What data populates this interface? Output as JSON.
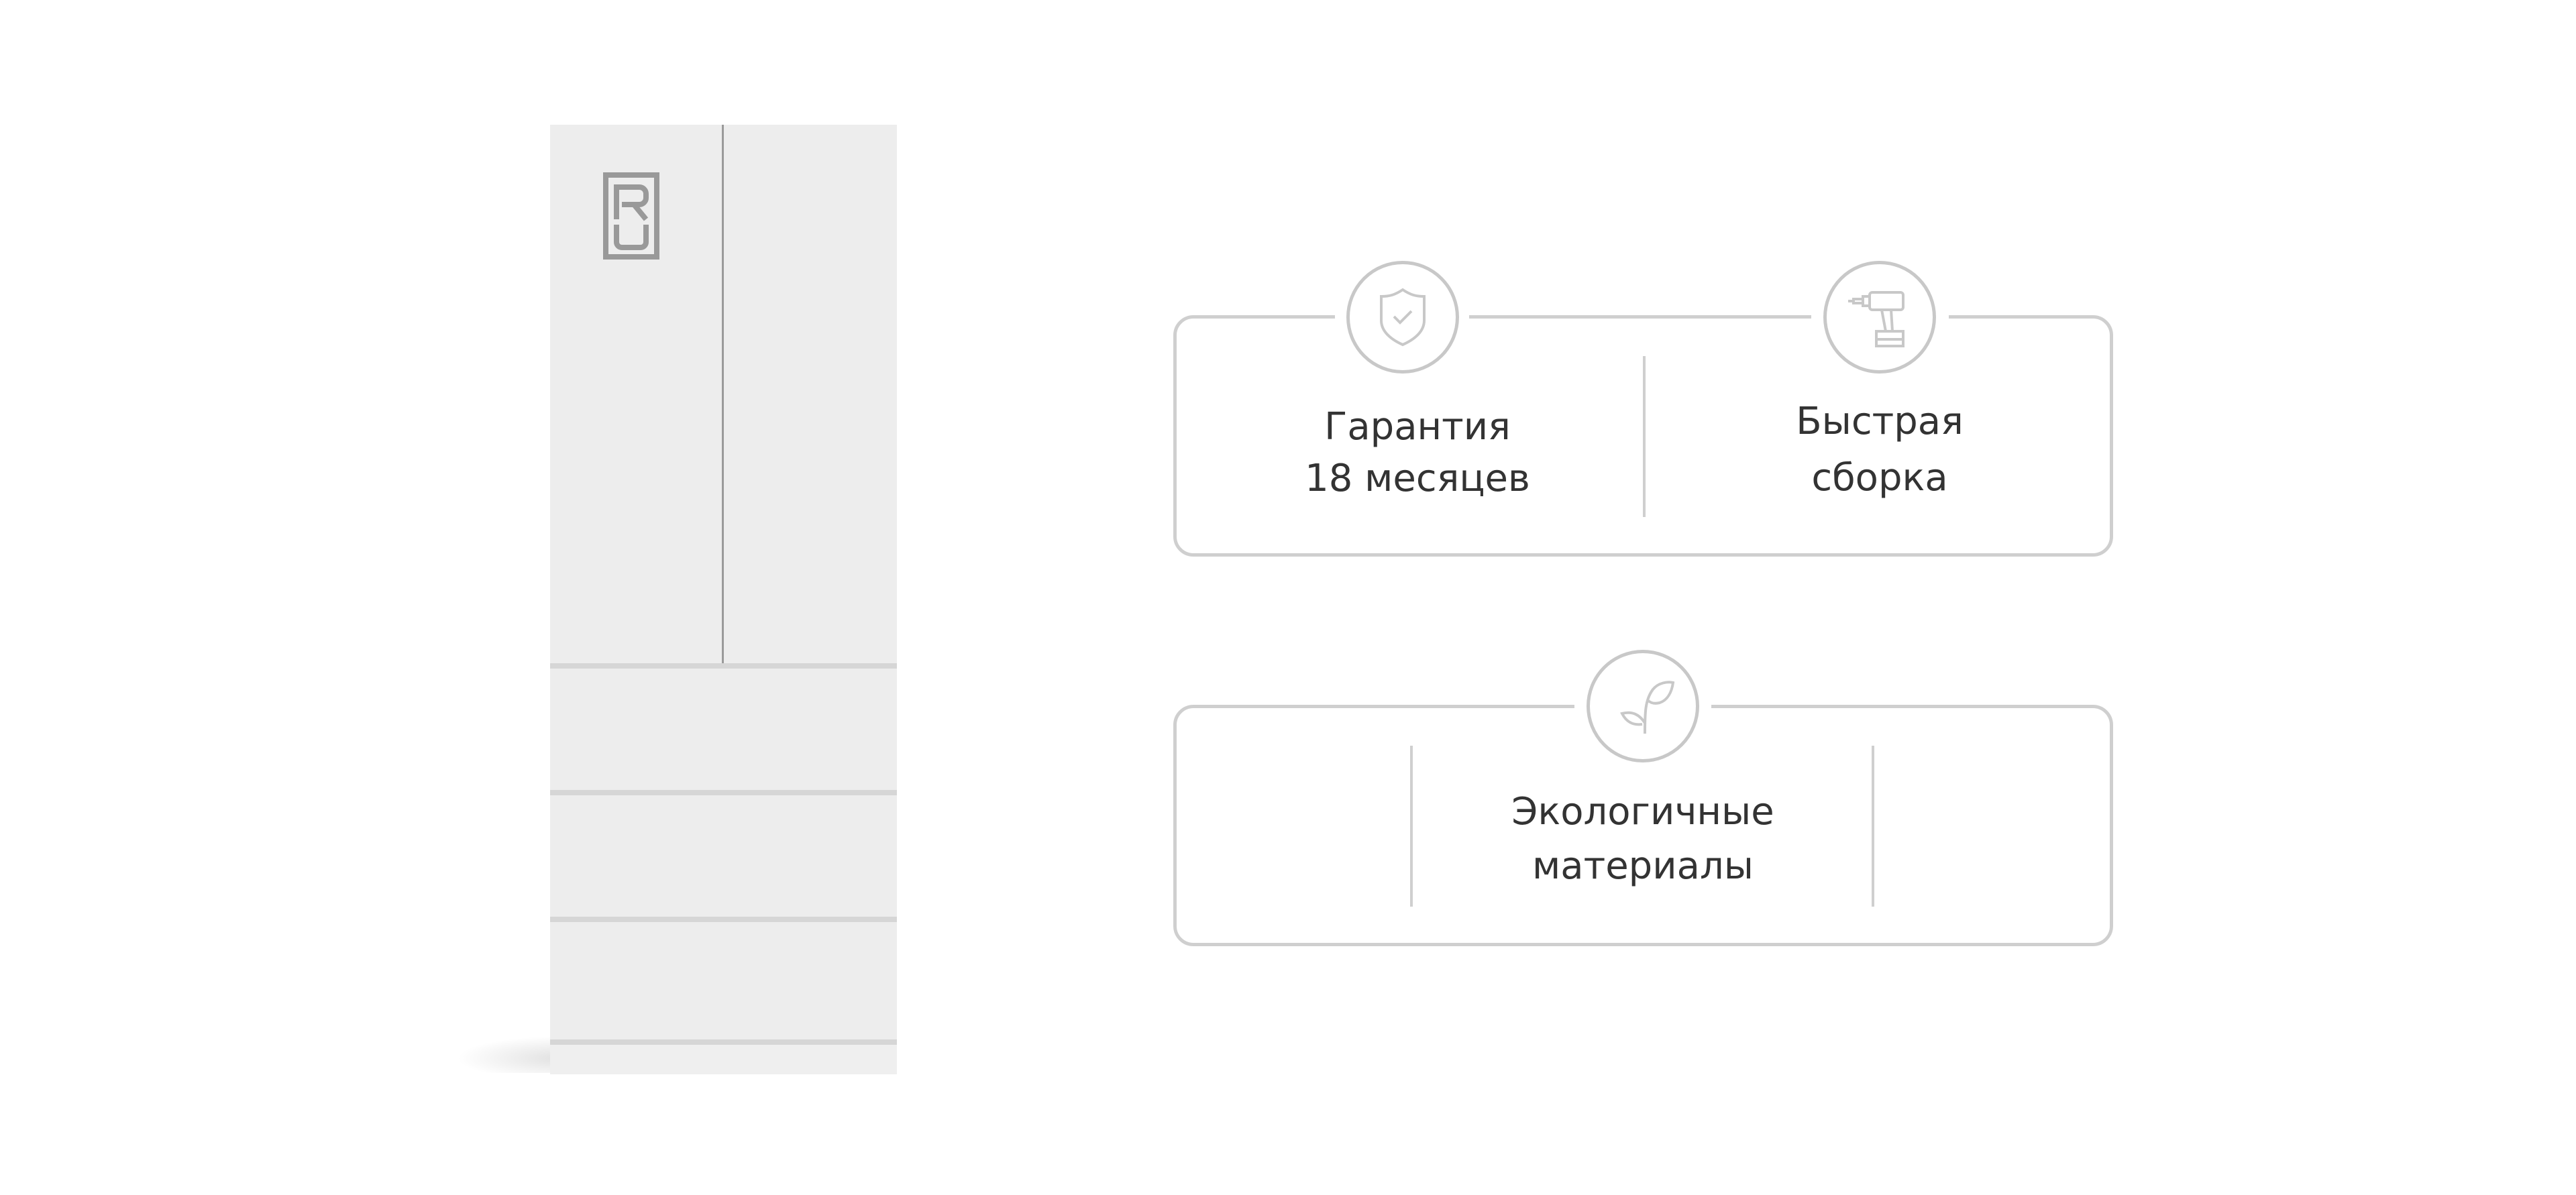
{
  "logo": {
    "text": "RU"
  },
  "features": [
    {
      "icon": "shield-check-icon",
      "line1": "Гарантия",
      "line2": "18 месяцев"
    },
    {
      "icon": "drill-icon",
      "line1": "Быстрая",
      "line2": "сборка"
    },
    {
      "icon": "leaf-sprout-icon",
      "line1": "Экологичные",
      "line2": "материалы"
    }
  ],
  "colors": {
    "outline": "#cfcfcf",
    "text": "#333333",
    "wardrobe": "#ededed",
    "logo": "#999999"
  }
}
